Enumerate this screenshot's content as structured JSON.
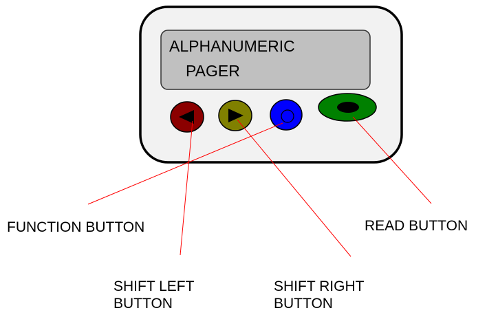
{
  "pager": {
    "screen_line_1": "ALPHANUMERIC",
    "screen_line_2": "PAGER"
  },
  "labels": {
    "function_button": "FUNCTION BUTTON",
    "read_button": "READ BUTTON",
    "shift_left_line_1": "SHIFT LEFT",
    "shift_left_line_2": "BUTTON",
    "shift_right_line_1": "SHIFT RIGHT",
    "shift_right_line_2": "BUTTON"
  },
  "colors": {
    "body_fill": "#f2f2f2",
    "body_stroke": "#000000",
    "screen_fill": "#c0c0c0",
    "screen_stroke": "#333333",
    "shift_left_button": "#8b0000",
    "shift_right_button": "#808000",
    "function_button": "#0000ff",
    "read_button": "#008000",
    "leader_line": "#ff0000"
  },
  "icons": {
    "shift_left": "left-triangle-icon",
    "shift_right": "right-triangle-icon",
    "function": "circle-outline-icon",
    "read": "oval-dot-icon"
  }
}
